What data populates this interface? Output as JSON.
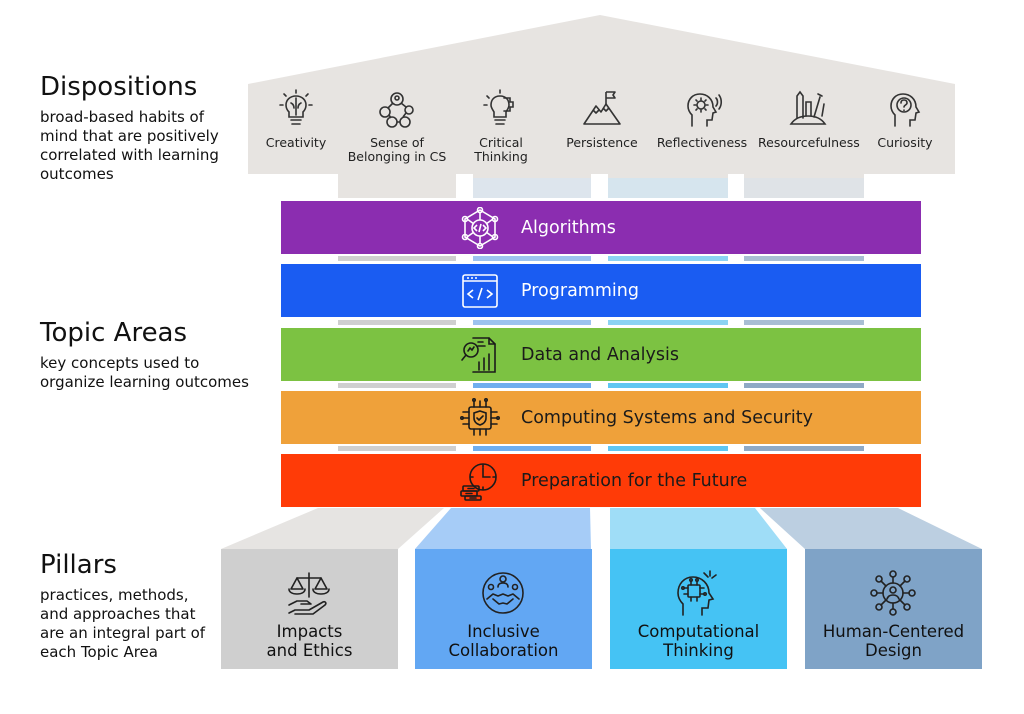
{
  "sections": {
    "dispositions": {
      "title": "Dispositions",
      "description": "broad-based habits of mind that are positively correlated with learning outcomes"
    },
    "topic_areas": {
      "title": "Topic Areas",
      "description": "key concepts used to organize learning outcomes"
    },
    "pillars": {
      "title": "Pillars",
      "description": "practices, methods, and approaches that are an integral part of each Topic Area"
    }
  },
  "dispositions": [
    {
      "label": "Creativity",
      "icon": "brain-lightbulb-icon"
    },
    {
      "label": "Sense of\nBelonging in CS",
      "icon": "people-network-icon"
    },
    {
      "label": "Critical\nThinking",
      "icon": "lightbulb-puzzle-icon"
    },
    {
      "label": "Persistence",
      "icon": "mountain-flag-icon"
    },
    {
      "label": "Reflectiveness",
      "icon": "head-gear-icon"
    },
    {
      "label": "Resourcefulness",
      "icon": "toolbox-icon"
    },
    {
      "label": "Curiosity",
      "icon": "head-question-icon"
    }
  ],
  "topic_areas": [
    {
      "label": "Algorithms",
      "icon": "algorithm-network-icon",
      "color": "#8B2DB0"
    },
    {
      "label": "Programming",
      "icon": "code-window-icon",
      "color": "#1A5CF2"
    },
    {
      "label": "Data and Analysis",
      "icon": "data-magnifier-icon",
      "color": "#7CC242"
    },
    {
      "label": "Computing Systems and Security",
      "icon": "chip-shield-icon",
      "color": "#EFA13A"
    },
    {
      "label": "Preparation for the Future",
      "icon": "clock-money-icon",
      "color": "#FF3B07"
    }
  ],
  "pillars": [
    {
      "label": "Impacts\nand Ethics",
      "icon": "scales-hand-icon",
      "color": "#CFCFCF",
      "top_color": "#E6E4E2"
    },
    {
      "label": "Inclusive\nCollaboration",
      "icon": "handshake-people-icon",
      "color": "#62A7F3",
      "top_color": "#A6CCF7"
    },
    {
      "label": "Computational\nThinking",
      "icon": "head-circuit-icon",
      "color": "#45C3F4",
      "top_color": "#9FDDF7"
    },
    {
      "label": "Human-Centered\nDesign",
      "icon": "person-network-icon",
      "color": "#7FA3C7",
      "top_color": "#BCCFE1"
    }
  ]
}
